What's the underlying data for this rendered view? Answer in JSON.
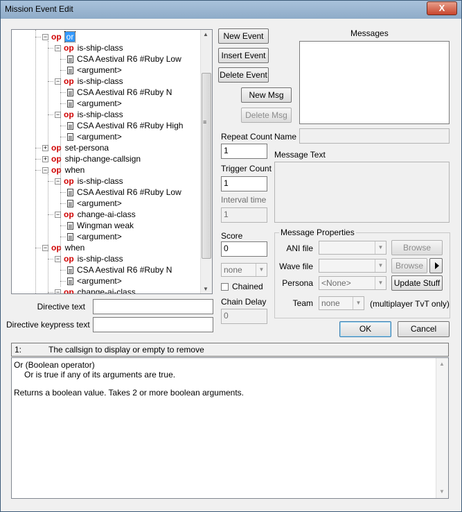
{
  "window": {
    "title": "Mission Event Edit",
    "close_glyph": "X"
  },
  "tree": {
    "nodes": [
      {
        "level": 0,
        "kind": "op",
        "label": "or",
        "expanded": true,
        "selected": true
      },
      {
        "level": 1,
        "kind": "op",
        "label": "is-ship-class",
        "expanded": true
      },
      {
        "level": 2,
        "kind": "arg",
        "label": "CSA Aestival R6 #Ruby Low"
      },
      {
        "level": 2,
        "kind": "arg",
        "label": "<argument>"
      },
      {
        "level": 1,
        "kind": "op",
        "label": "is-ship-class",
        "expanded": true
      },
      {
        "level": 2,
        "kind": "arg",
        "label": "CSA Aestival R6 #Ruby N"
      },
      {
        "level": 2,
        "kind": "arg",
        "label": "<argument>"
      },
      {
        "level": 1,
        "kind": "op",
        "label": "is-ship-class",
        "expanded": true
      },
      {
        "level": 2,
        "kind": "arg",
        "label": "CSA Aestival R6 #Ruby High"
      },
      {
        "level": 2,
        "kind": "arg",
        "label": "<argument>"
      },
      {
        "level": 0,
        "kind": "op",
        "label": "set-persona",
        "expanded": false
      },
      {
        "level": 0,
        "kind": "op",
        "label": "ship-change-callsign",
        "expanded": false
      },
      {
        "level": 0,
        "kind": "op",
        "label": "when",
        "expanded": true
      },
      {
        "level": 1,
        "kind": "op",
        "label": "is-ship-class",
        "expanded": true
      },
      {
        "level": 2,
        "kind": "arg",
        "label": "CSA Aestival R6 #Ruby Low"
      },
      {
        "level": 2,
        "kind": "arg",
        "label": "<argument>"
      },
      {
        "level": 1,
        "kind": "op",
        "label": "change-ai-class",
        "expanded": true
      },
      {
        "level": 2,
        "kind": "arg",
        "label": "Wingman weak"
      },
      {
        "level": 2,
        "kind": "arg",
        "label": "<argument>"
      },
      {
        "level": 0,
        "kind": "op",
        "label": "when",
        "expanded": true
      },
      {
        "level": 1,
        "kind": "op",
        "label": "is-ship-class",
        "expanded": true
      },
      {
        "level": 2,
        "kind": "arg",
        "label": "CSA Aestival R6 #Ruby N"
      },
      {
        "level": 2,
        "kind": "arg",
        "label": "<argument>"
      },
      {
        "level": 1,
        "kind": "op",
        "label": "change-ai-class",
        "expanded": true
      }
    ],
    "op_prefix": "op"
  },
  "event_buttons": {
    "new_event": "New Event",
    "insert_event": "Insert Event",
    "delete_event": "Delete Event",
    "new_msg": "New Msg",
    "delete_msg": "Delete Msg"
  },
  "fields": {
    "repeat_count_label": "Repeat Count",
    "repeat_count": "1",
    "trigger_count_label": "Trigger Count",
    "trigger_count": "1",
    "interval_label": "Interval time",
    "interval": "1",
    "score_label": "Score",
    "score": "0",
    "team_select": "none",
    "chained_label": "Chained",
    "chain_delay_label": "Chain Delay",
    "chain_delay": "0",
    "directive_text_label": "Directive text",
    "directive_text": "",
    "directive_keypress_label": "Directive keypress text",
    "directive_keypress": ""
  },
  "messages": {
    "label": "Messages",
    "name_label": "Name",
    "name": "",
    "text_label": "Message Text",
    "text": ""
  },
  "msg_props": {
    "caption": "Message Properties",
    "ani_label": "ANI file",
    "ani": "",
    "wave_label": "Wave file",
    "wave": "",
    "persona_label": "Persona",
    "persona": "<None>",
    "team_label": "Team",
    "team": "none",
    "team_note": "(multiplayer TvT only)",
    "browse": "Browse",
    "update_stuff": "Update Stuff"
  },
  "dialog": {
    "ok": "OK",
    "cancel": "Cancel"
  },
  "status": {
    "index": "1:",
    "text": "The callsign to display or empty to remove"
  },
  "help": {
    "line1": "Or (Boolean operator)",
    "line2": "Or is true if any of its arguments are true.",
    "line3": "Returns a boolean value.  Takes 2 or more boolean arguments."
  }
}
